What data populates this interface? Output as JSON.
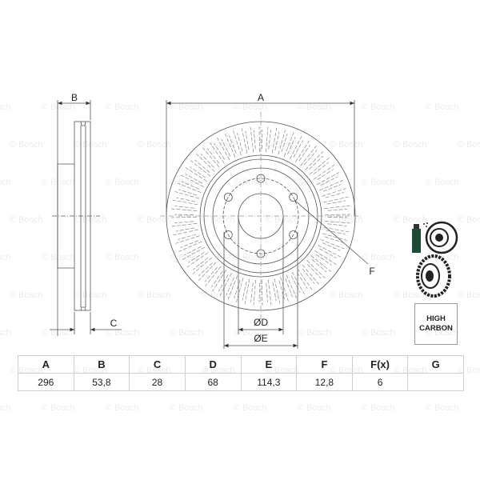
{
  "watermark": {
    "text": "© Bosch",
    "color": "#ececec"
  },
  "drawing": {
    "title": "Brake disc dimensional drawing",
    "side_view": {
      "labels": {
        "B": "B",
        "C": "C"
      }
    },
    "front_view": {
      "labels": {
        "A": "A",
        "D": "ØD",
        "E": "ØE",
        "F": "F"
      },
      "bolt_holes": 6
    },
    "line_color": "#555555"
  },
  "icons": {
    "spray_disc": "cleaner-spray-disc-icon",
    "vented_disc": "vented-disc-icon",
    "high_carbon": {
      "line1": "HIGH",
      "line2": "CARBON"
    }
  },
  "table": {
    "headers": [
      "A",
      "B",
      "C",
      "D",
      "E",
      "F",
      "F(x)",
      "G"
    ],
    "values": [
      "296",
      "53,8",
      "28",
      "68",
      "114,3",
      "12,8",
      "6",
      ""
    ]
  }
}
